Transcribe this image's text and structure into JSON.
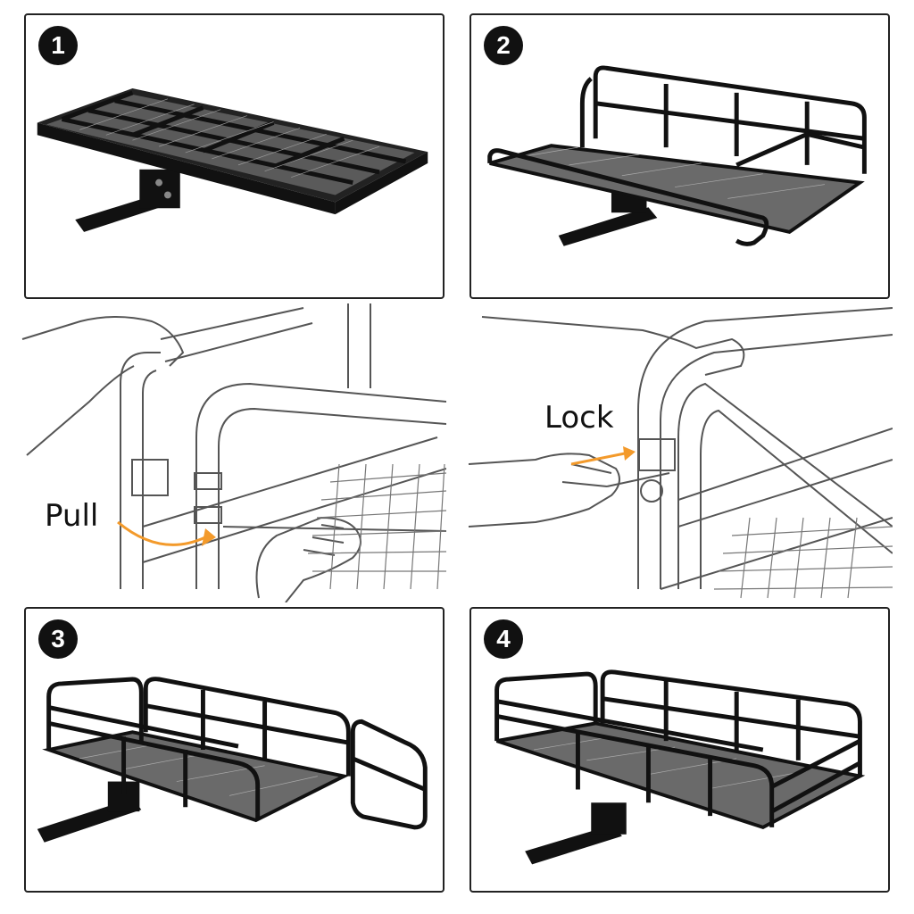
{
  "steps": [
    {
      "number": "1",
      "description": "folded-cargo-carrier"
    },
    {
      "number": "2",
      "description": "unfolded-carrier-with-side-rail"
    },
    {
      "number": "3",
      "description": "carrier-with-one-side-open"
    },
    {
      "number": "4",
      "description": "fully-assembled-carrier"
    }
  ],
  "annotations": {
    "pull": "Pull",
    "lock": "Lock"
  },
  "colors": {
    "border": "#222222",
    "badge": "#111111",
    "arrow": "#F39A2B",
    "line_art": "#555555"
  }
}
